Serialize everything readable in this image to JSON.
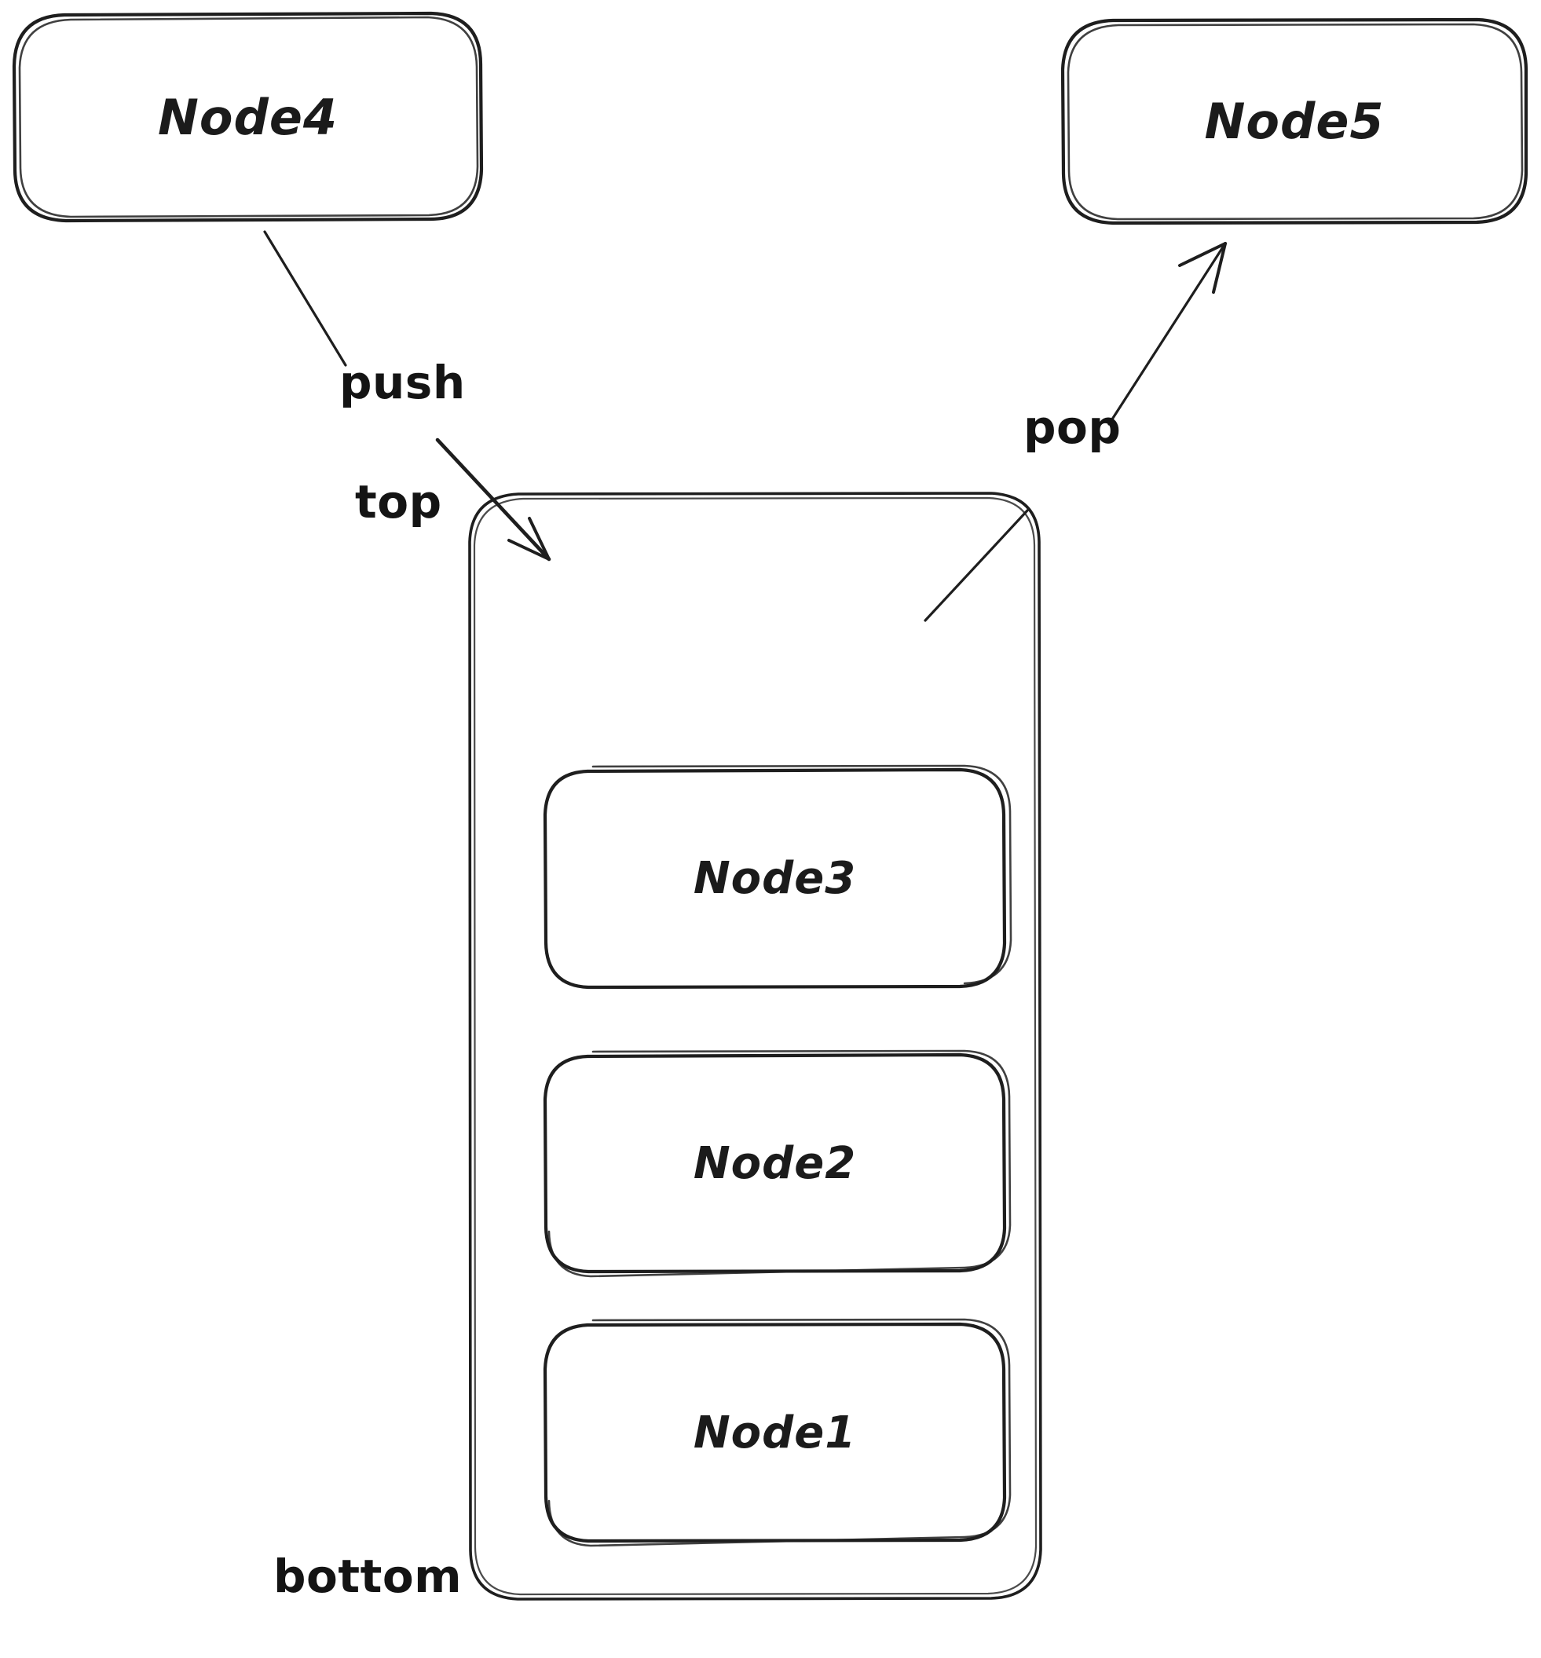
{
  "diagram": {
    "title": "Stack push/pop diagram",
    "style": "hand-drawn sketch",
    "background_color": "#ffffff",
    "stroke_color": "#1e1e1e",
    "text_color": "#141414"
  },
  "nodes": {
    "incoming": {
      "label": "Node4",
      "role": "element being pushed onto the stack"
    },
    "outgoing": {
      "label": "Node5",
      "role": "element popped off the stack"
    },
    "stack_items": [
      {
        "label": "Node3",
        "position": "top"
      },
      {
        "label": "Node2",
        "position": "middle"
      },
      {
        "label": "Node1",
        "position": "bottom"
      }
    ]
  },
  "edge_labels": {
    "push": "push",
    "pop": "pop"
  },
  "markers": {
    "top": "top",
    "bottom": "bottom"
  }
}
